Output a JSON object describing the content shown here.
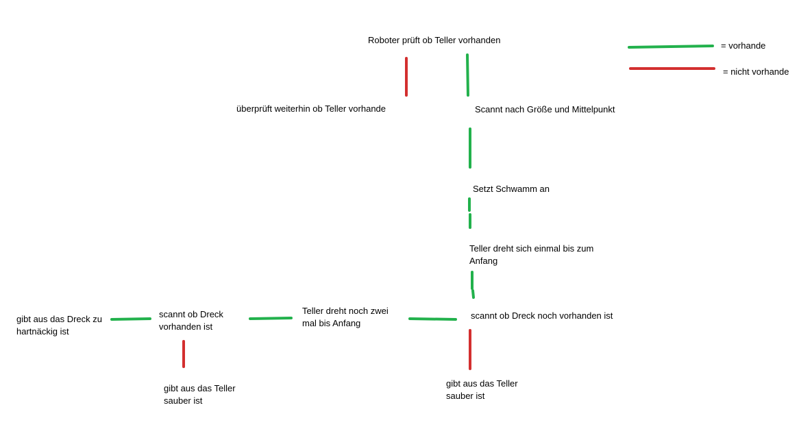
{
  "colors": {
    "present": "#22b14c",
    "absent": "#d32f2f",
    "text": "#000000",
    "background": "#ffffff"
  },
  "legend": {
    "present_label": "= vorhande",
    "absent_label": "= nicht vorhande"
  },
  "nodes": {
    "start": "Roboter prüft ob Teller vorhanden",
    "keep_checking": "überprüft weiterhin ob Teller vorhande",
    "scan_size": "Scannt nach Größe und Mittelpunkt",
    "sponge": "Setzt Schwamm an",
    "rotate_once": "Teller dreht sich einmal bis zum\nAnfang",
    "scan_dirt": "scannt ob Dreck noch vorhanden ist",
    "clean_right": "gibt aus das Teller\nsauber ist",
    "rotate_twice": "Teller dreht noch zwei\nmal bis Anfang",
    "scan_dirt_2": "scannt ob Dreck\nvorhanden ist",
    "clean_left": "gibt aus das Teller\nsauber ist",
    "stubborn": "gibt aus das Dreck zu\nhartnäckig ist"
  }
}
